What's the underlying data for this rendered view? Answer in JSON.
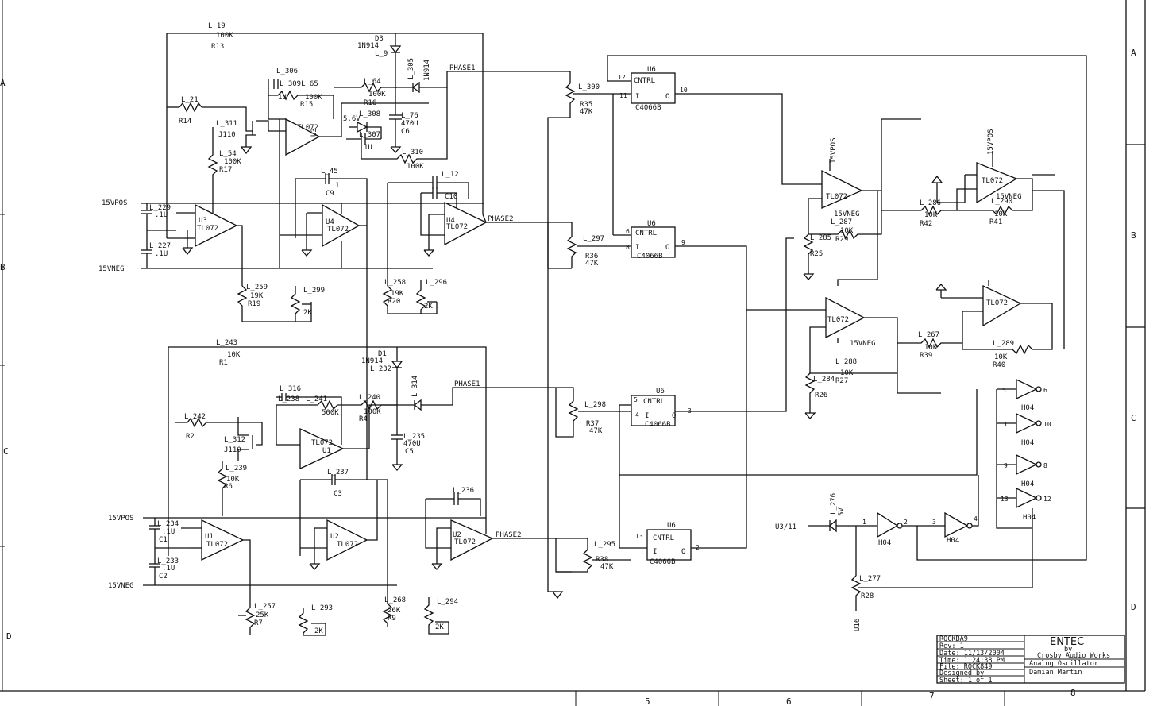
{
  "sheet": {
    "zones_top": [
      "A",
      "B",
      "C",
      "D"
    ],
    "zones_bottom": [
      "5",
      "6",
      "7",
      "8"
    ]
  },
  "nets": {
    "vpos": "15VPOS",
    "vneg": "15VNEG",
    "phase1": "PHASE1",
    "phase2": "PHASE2",
    "u3_11": "U3/11",
    "u16": "U16"
  },
  "parts": {
    "r13": [
      "L_19",
      "100K",
      "R13"
    ],
    "d3": [
      "D3",
      "1N914",
      "L_9"
    ],
    "l305": [
      "L_305",
      "1N914"
    ],
    "r14": [
      "L_21",
      "R14"
    ],
    "r15": [
      "L_309L_65",
      "100K",
      "R15"
    ],
    "c_l306": [
      "L_306",
      "1U"
    ],
    "r16": [
      "L_64",
      "100K",
      "R16"
    ],
    "c6": [
      "L_76",
      "470U",
      "C6"
    ],
    "q_u12": [
      "L_311",
      "J110"
    ],
    "r17": [
      "L_54",
      "100K",
      "R17"
    ],
    "u3a": [
      "U3",
      "TL072"
    ],
    "d_l308": [
      "L_308",
      "5.6V"
    ],
    "l307": [
      "L_307",
      "1U"
    ],
    "r_l310": [
      "L_310",
      "100K"
    ],
    "c9": [
      "L_45",
      "1",
      "C9"
    ],
    "l12": [
      "L_12"
    ],
    "c10": [
      "C10"
    ],
    "c_l229": [
      "L_229",
      ".1U"
    ],
    "c_l227": [
      "L_227",
      ".1U"
    ],
    "u3b": [
      "U3",
      "TL072"
    ],
    "u4a": [
      "U4",
      "TL072"
    ],
    "u14a": [
      "U4",
      "TL072"
    ],
    "r19": [
      "L_259",
      "19K",
      "R19"
    ],
    "r_l299": [
      "L_299",
      "2K"
    ],
    "r20": [
      "L_258",
      "19K",
      "R20"
    ],
    "r_l296": [
      "L_296",
      "2K"
    ],
    "r35": [
      "L_300",
      "R35",
      "47K"
    ],
    "r36": [
      "L_297",
      "R36",
      "47K"
    ],
    "u6a": [
      "U6",
      "CNTRL",
      "I",
      "O",
      "C4066B",
      "12",
      "11",
      "10"
    ],
    "u6b": [
      "U6",
      "CNTRL",
      "I",
      "O",
      "C4066B",
      "6",
      "8",
      "9"
    ],
    "u6c": [
      "U6",
      "CNTRL",
      "I",
      "O",
      "C4066B",
      "5",
      "4",
      "3"
    ],
    "u6d": [
      "U6",
      "CNTRL",
      "I",
      "O",
      "C4066B",
      "13",
      "1",
      "2"
    ],
    "r1": [
      "L_243",
      "10K",
      "R1"
    ],
    "d1": [
      "D1",
      "1N914",
      "L_232"
    ],
    "l314": [
      "L_314"
    ],
    "r2": [
      "L_242",
      "R2"
    ],
    "l316": [
      "L_316",
      "L_238"
    ],
    "r_l241": [
      "L_241",
      "500K"
    ],
    "r4": [
      "L_240",
      "100K",
      "R4"
    ],
    "c5": [
      "L_235",
      "470U",
      "C5"
    ],
    "q_l312": [
      "L_312",
      "J110"
    ],
    "r6": [
      "L_239",
      "10K",
      "R6"
    ],
    "u1a": [
      "U1",
      "TL072"
    ],
    "c3": [
      "L_237",
      "C3"
    ],
    "l236": [
      "L_236"
    ],
    "c1": [
      "L_234",
      ".1U",
      "C1"
    ],
    "c2": [
      "L_233",
      ".1U",
      "C2"
    ],
    "u1b": [
      "U1",
      "TL072"
    ],
    "u2a": [
      "U2",
      "TL072"
    ],
    "u2b": [
      "U2",
      "TL072"
    ],
    "r7": [
      "L_257",
      "25K",
      "R7"
    ],
    "r_l293": [
      "L_293",
      "2K"
    ],
    "r9": [
      "L_268",
      "26K",
      "R9"
    ],
    "r_l294": [
      "L_294",
      "2K"
    ],
    "r37": [
      "L_298",
      "R37",
      "47K"
    ],
    "r38": [
      "L_295",
      "R38",
      "47K"
    ],
    "u5a": [
      "15VPOS",
      "TL072",
      "15VNEG"
    ],
    "r29": [
      "L_287",
      "10K",
      "R29"
    ],
    "r25": [
      "L_285",
      "R25"
    ],
    "u5b": [
      "15VPOS",
      "TL072",
      "15VNEG"
    ],
    "r42": [
      "L_286",
      "10K",
      "R42"
    ],
    "r41": [
      "L_290",
      "10K",
      "R41"
    ],
    "u7a": [
      "TL072",
      "15VNEG"
    ],
    "r39": [
      "L_267",
      "10K",
      "R39"
    ],
    "r27": [
      "L_288",
      "10K",
      "R27"
    ],
    "r26": [
      "L_284",
      "R26"
    ],
    "u7b": [
      "TL072"
    ],
    "r40": [
      "L_289",
      "10K",
      "R40"
    ],
    "inv1": [
      "5",
      "6",
      "H04"
    ],
    "inv2": [
      "1",
      "10",
      "H04"
    ],
    "inv3": [
      "9",
      "8",
      "H04"
    ],
    "inv4": [
      "13",
      "12",
      "H04"
    ],
    "inv5": [
      "1",
      "2",
      "H04"
    ],
    "inv6": [
      "3",
      "4",
      "H04"
    ],
    "d_l276": [
      "L_276",
      "5V"
    ],
    "r28": [
      "L_277",
      "R28"
    ]
  },
  "title_block": {
    "company": "ENTEC",
    "by": "by",
    "firm": "Crosby Audio Works",
    "drawing": "ROCKBA9",
    "rev": "Rev: 1",
    "date": "Date: 11/13/2004",
    "time": "Time: 1:24:38 PM",
    "file": "File: ROCK849",
    "designed": "Designed by",
    "sheet": "Sheet: 1 of 1",
    "title": "Analog Oscillator",
    "designer": "Damian Martin"
  }
}
